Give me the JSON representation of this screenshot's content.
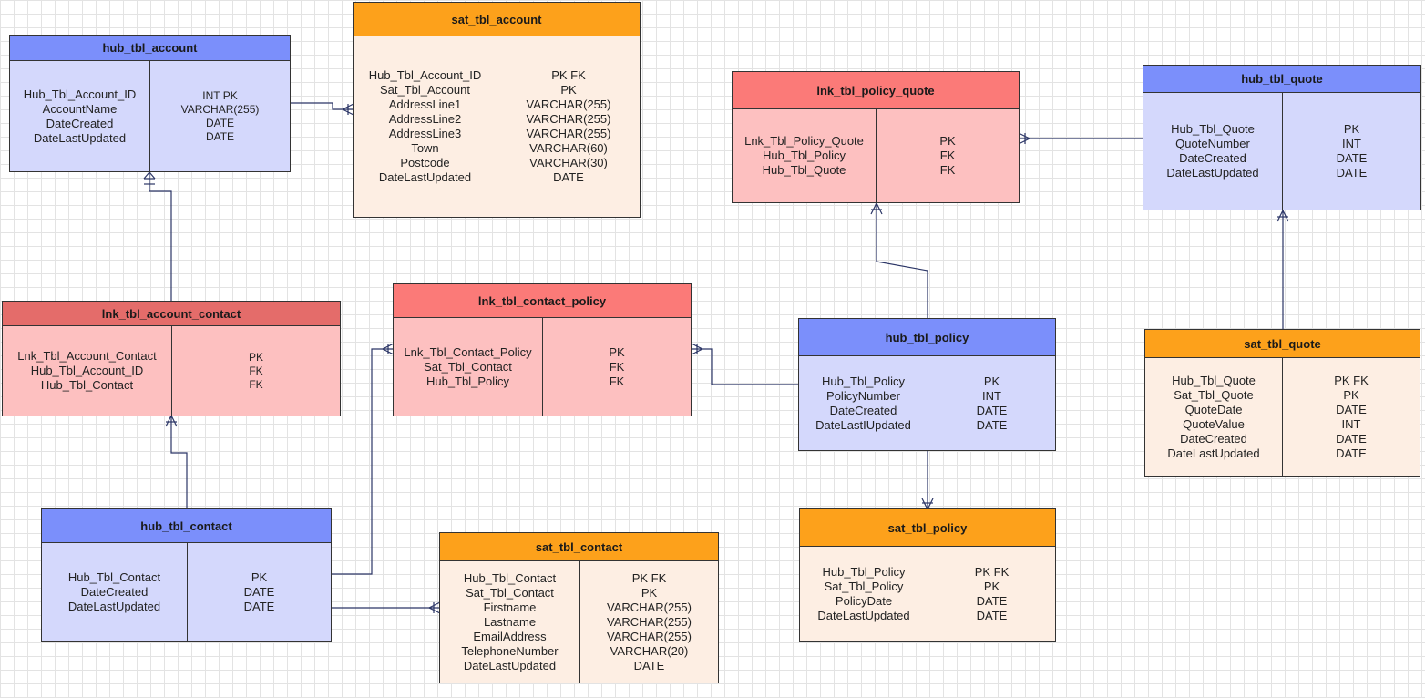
{
  "entities": [
    {
      "id": "hub_tbl_account",
      "title": "hub_tbl_account",
      "kind": "hub",
      "columns": [
        "Hub_Tbl_Account_ID",
        "AccountName",
        "DateCreated",
        "DateLastUpdated"
      ],
      "types": [
        "INT PK",
        "VARCHAR(255)",
        "DATE",
        "DATE"
      ]
    },
    {
      "id": "sat_tbl_account",
      "title": "sat_tbl_account",
      "kind": "sat",
      "columns": [
        "Hub_Tbl_Account_ID",
        "Sat_Tbl_Account",
        "AddressLine1",
        "AddressLine2",
        "AddressLine3",
        "Town",
        "Postcode",
        "DateLastUpdated"
      ],
      "types": [
        "PK FK",
        "PK",
        "VARCHAR(255)",
        "VARCHAR(255)",
        "VARCHAR(255)",
        "VARCHAR(60)",
        "VARCHAR(30)",
        "DATE"
      ]
    },
    {
      "id": "lnk_tbl_policy_quote",
      "title": "lnk_tbl_policy_quote",
      "kind": "lnk",
      "columns": [
        "Lnk_Tbl_Policy_Quote",
        "Hub_Tbl_Policy",
        "Hub_Tbl_Quote"
      ],
      "types": [
        "PK",
        "FK",
        "FK"
      ]
    },
    {
      "id": "hub_tbl_quote",
      "title": "hub_tbl_quote",
      "kind": "hub",
      "columns": [
        "Hub_Tbl_Quote",
        "QuoteNumber",
        "DateCreated",
        "DateLastUpdated"
      ],
      "types": [
        "PK",
        "INT",
        "DATE",
        "DATE"
      ]
    },
    {
      "id": "lnk_tbl_account_contact",
      "title": "lnk_tbl_account_contact",
      "kind": "lnk-dark",
      "columns": [
        "Lnk_Tbl_Account_Contact",
        "Hub_Tbl_Account_ID",
        "Hub_Tbl_Contact"
      ],
      "types": [
        "PK",
        "FK",
        "FK"
      ]
    },
    {
      "id": "lnk_tbl_contact_policy",
      "title": "lnk_tbl_contact_policy",
      "kind": "lnk",
      "columns": [
        "Lnk_Tbl_Contact_Policy",
        "Sat_Tbl_Contact",
        "Hub_Tbl_Policy"
      ],
      "types": [
        "PK",
        "FK",
        "FK"
      ]
    },
    {
      "id": "hub_tbl_policy",
      "title": "hub_tbl_policy",
      "kind": "hub",
      "columns": [
        "Hub_Tbl_Policy",
        "PolicyNumber",
        "DateCreated",
        "DateLastIUpdated"
      ],
      "types": [
        "PK",
        "INT",
        "DATE",
        "DATE"
      ]
    },
    {
      "id": "sat_tbl_quote",
      "title": "sat_tbl_quote",
      "kind": "sat",
      "columns": [
        "Hub_Tbl_Quote",
        "Sat_Tbl_Quote",
        "QuoteDate",
        "QuoteValue",
        "DateCreated",
        "DateLastUpdated"
      ],
      "types": [
        "PK FK",
        "PK",
        "DATE",
        "INT",
        "DATE",
        "DATE"
      ]
    },
    {
      "id": "hub_tbl_contact",
      "title": "hub_tbl_contact",
      "kind": "hub",
      "columns": [
        "Hub_Tbl_Contact",
        "DateCreated",
        "DateLastUpdated"
      ],
      "types": [
        "PK",
        "DATE",
        "DATE"
      ]
    },
    {
      "id": "sat_tbl_contact",
      "title": "sat_tbl_contact",
      "kind": "sat",
      "columns": [
        "Hub_Tbl_Contact",
        "Sat_Tbl_Contact",
        "Firstname",
        "Lastname",
        "EmailAddress",
        "TelephoneNumber",
        "DateLastUpdated"
      ],
      "types": [
        "PK FK",
        "PK",
        "VARCHAR(255)",
        "VARCHAR(255)",
        "VARCHAR(255)",
        "VARCHAR(20)",
        "DATE"
      ]
    },
    {
      "id": "sat_tbl_policy",
      "title": "sat_tbl_policy",
      "kind": "sat",
      "columns": [
        "Hub_Tbl_Policy",
        "Sat_Tbl_Policy",
        "PolicyDate",
        "DateLastUpdated"
      ],
      "types": [
        "PK FK",
        "PK",
        "DATE",
        "DATE"
      ]
    }
  ],
  "relationships": [
    {
      "from": "hub_tbl_account",
      "to": "sat_tbl_account"
    },
    {
      "from": "hub_tbl_account",
      "to": "lnk_tbl_account_contact"
    },
    {
      "from": "lnk_tbl_account_contact",
      "to": "hub_tbl_contact"
    },
    {
      "from": "hub_tbl_contact",
      "to": "lnk_tbl_contact_policy"
    },
    {
      "from": "hub_tbl_contact",
      "to": "sat_tbl_contact"
    },
    {
      "from": "hub_tbl_policy",
      "to": "lnk_tbl_contact_policy"
    },
    {
      "from": "hub_tbl_policy",
      "to": "lnk_tbl_policy_quote"
    },
    {
      "from": "hub_tbl_quote",
      "to": "lnk_tbl_policy_quote"
    },
    {
      "from": "hub_tbl_quote",
      "to": "sat_tbl_quote"
    },
    {
      "from": "hub_tbl_policy",
      "to": "sat_tbl_policy"
    }
  ],
  "colors": {
    "hub_header": "#7b8ffb",
    "hub_body": "#d4d8fc",
    "sat_header": "#fda11b",
    "sat_body": "#fdeee3",
    "lnk_header": "#fb7a78",
    "lnk_body": "#fdc0c0",
    "lnk_dark_header": "#e46c6a",
    "connector": "#2b3566"
  }
}
